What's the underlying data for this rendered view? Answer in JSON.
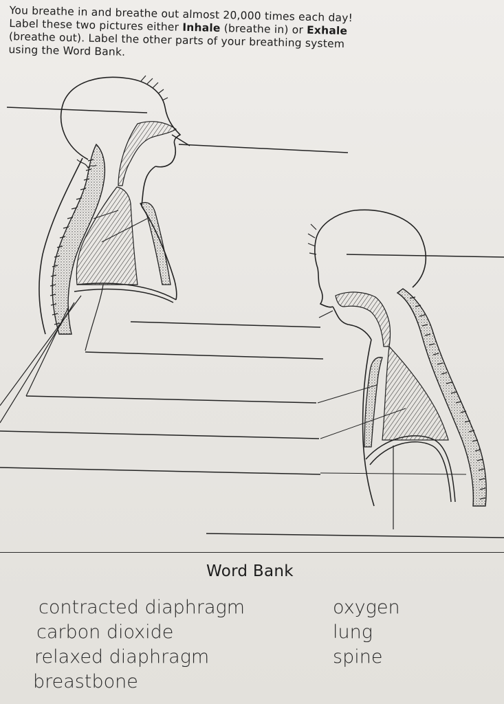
{
  "instructions": {
    "line1": "You breathe in and breathe out almost 20,000 times each day!",
    "line2_pre": "Label these two pictures either ",
    "line2_bold1": "Inhale",
    "line2_mid": " (breathe in) or ",
    "line2_bold2": "Exhale",
    "line3": "(breathe out). Label the other parts of your breathing system",
    "line4": "using the Word Bank."
  },
  "word_bank": {
    "title": "Word Bank",
    "left": [
      "contracted diaphragm",
      "carbon dioxide",
      "relaxed diaphragm",
      "breastbone"
    ],
    "right": [
      "oxygen",
      "lung",
      "spine"
    ]
  }
}
